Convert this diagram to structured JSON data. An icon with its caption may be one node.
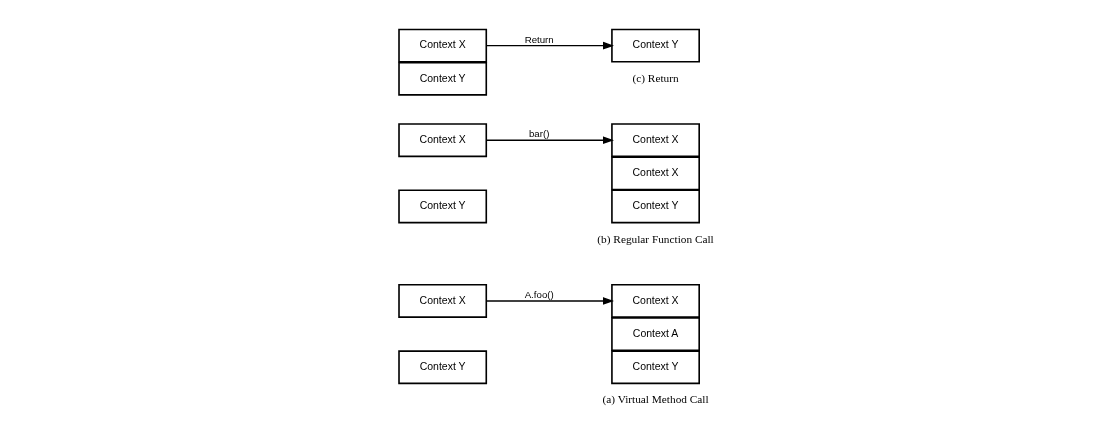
{
  "diagram": {
    "nodes": [
      {
        "text": [
          "Context X"
        ]
      },
      {
        "text": [
          "Context Y"
        ]
      },
      {
        "text": [
          "Context A"
        ]
      },
      {
        "text": [
          "Context X"
        ]
      },
      {
        "text": [
          "Context Y"
        ]
      },
      {
        "text": [
          "Context X"
        ]
      },
      {
        "text": [
          "Context Y"
        ]
      },
      {
        "text": [
          "Context X"
        ]
      },
      {
        "text": [
          "Context X"
        ]
      },
      {
        "text": [
          "Context Y"
        ]
      },
      {
        "text": [
          "Context X"
        ]
      },
      {
        "text": [
          "Context Y"
        ]
      },
      {
        "text": [
          "Context Y"
        ]
      }
    ],
    "edges": [
      {
        "from": 0,
        "to": 3,
        "arrow": "to",
        "label": "A.foo()"
      },
      {
        "from": 5,
        "to": 8,
        "arrow": "to",
        "label": "bar()"
      },
      {
        "from": 10,
        "to": 12,
        "arrow": "to",
        "label": "Return"
      }
    ],
    "labels": [
      "(a) Virtual Method Call",
      "(b) Regular Function Call",
      "(c) Return"
    ]
  }
}
